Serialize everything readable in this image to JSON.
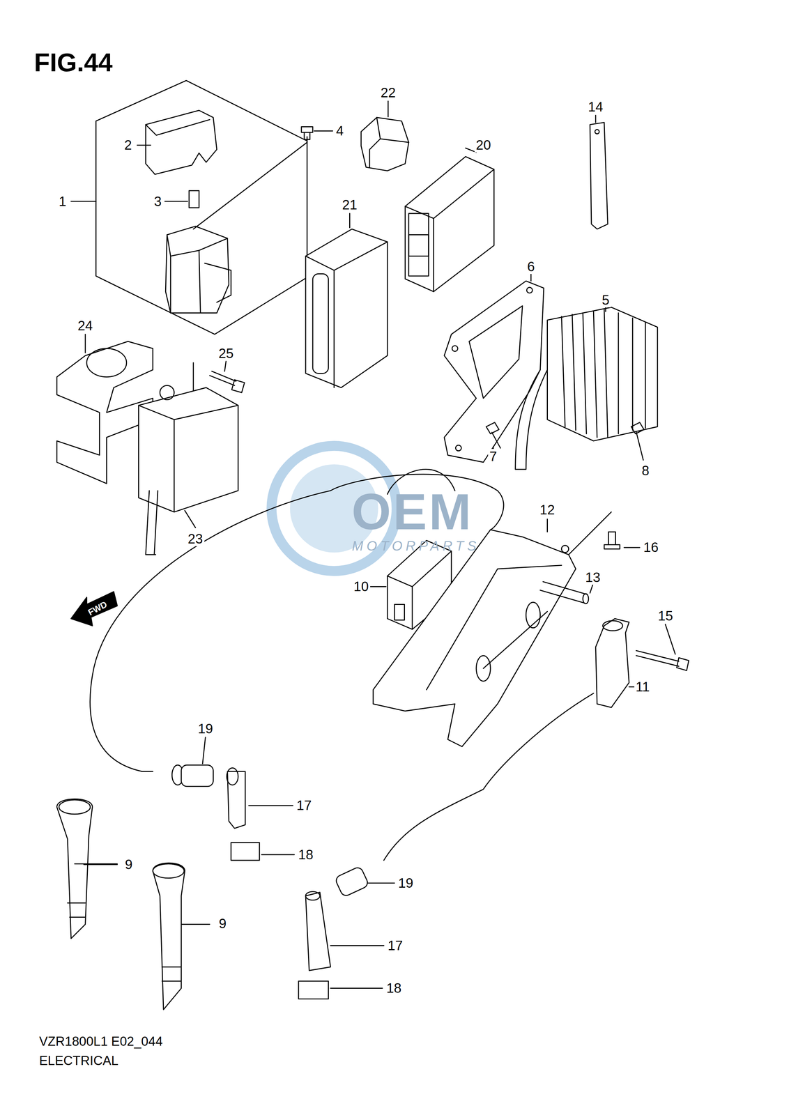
{
  "diagram": {
    "title": "FIG.44",
    "labels": [
      "22",
      "14",
      "4",
      "20",
      "2",
      "1",
      "3",
      "21",
      "6",
      "24",
      "5",
      "25",
      "7",
      "8",
      "23",
      "12",
      "16",
      "13",
      "10",
      "15",
      "11",
      "19",
      "17",
      "18",
      "9",
      "9",
      "19",
      "17",
      "18",
      "FWD",
      "OEM",
      "MOTORPARTS",
      "VZR1800L1 E02_044",
      "ELECTRICAL"
    ]
  }
}
